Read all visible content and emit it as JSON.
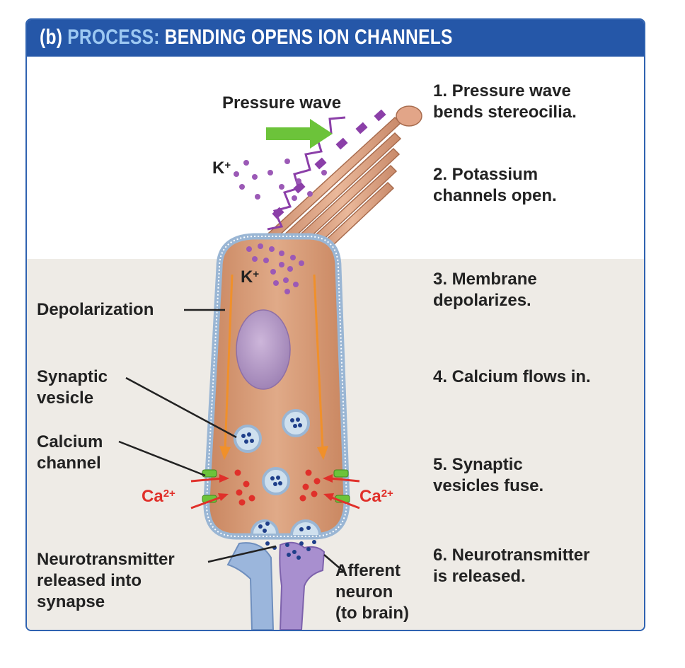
{
  "header": {
    "prefix": "(b) ",
    "highlight": "PROCESS:",
    "title": " BENDING OPENS ION CHANNELS"
  },
  "steps": [
    {
      "line1": "1. Pressure wave",
      "line2": "bends stereocilia."
    },
    {
      "line1": "2. Potassium",
      "line2": "channels open."
    },
    {
      "line1": "3. Membrane",
      "line2": "depolarizes."
    },
    {
      "line1": "4. Calcium flows in.",
      "line2": ""
    },
    {
      "line1": "5. Synaptic",
      "line2": "vesicles fuse."
    },
    {
      "line1": "6. Neurotransmitter",
      "line2": "is released."
    }
  ],
  "labels": {
    "pressure_wave": "Pressure wave",
    "depolarization": "Depolarization",
    "synaptic_vesicle_1": "Synaptic",
    "synaptic_vesicle_2": "vesicle",
    "calcium_channel_1": "Calcium",
    "calcium_channel_2": "channel",
    "neurotransmitter_1": "Neurotransmitter",
    "neurotransmitter_2": "released into",
    "neurotransmitter_3": "synapse",
    "afferent_1": "Afferent",
    "afferent_2": "neuron",
    "afferent_3": "(to brain)"
  },
  "ions": {
    "potassium": "K",
    "potassium_charge": "+",
    "calcium": "Ca",
    "calcium_charge": "2+"
  },
  "colors": {
    "header_bg": "#2557a8",
    "header_highlight": "#9cc8f2",
    "cell_body": "#d69a78",
    "membrane": "#9ab6d4",
    "nucleus": "#b59ac6",
    "potassium_dots": "#9b59b6",
    "calcium_dots": "#e0302a",
    "arrow_green": "#6cc33a",
    "flow_orange": "#f0902a",
    "afferent_neuron": "#a88fcf",
    "support_cell": "#9bb6dc"
  }
}
